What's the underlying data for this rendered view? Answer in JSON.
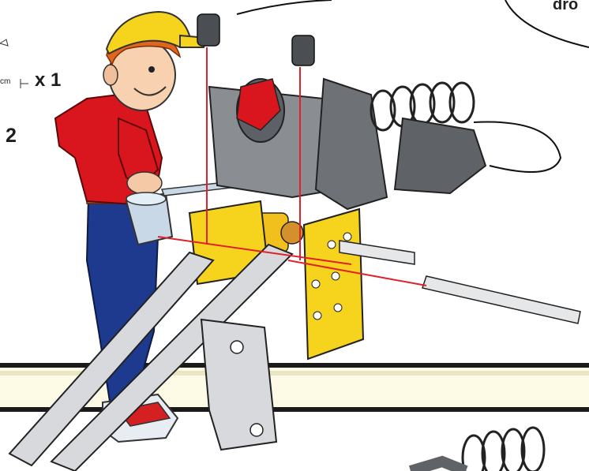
{
  "instruction_page": {
    "parts_list": {
      "part_a_unit": "cm",
      "part_a_quantity": "x 1",
      "part_b_quantity": "2"
    },
    "speech_bubble": {
      "text_fragment": "dro"
    }
  }
}
